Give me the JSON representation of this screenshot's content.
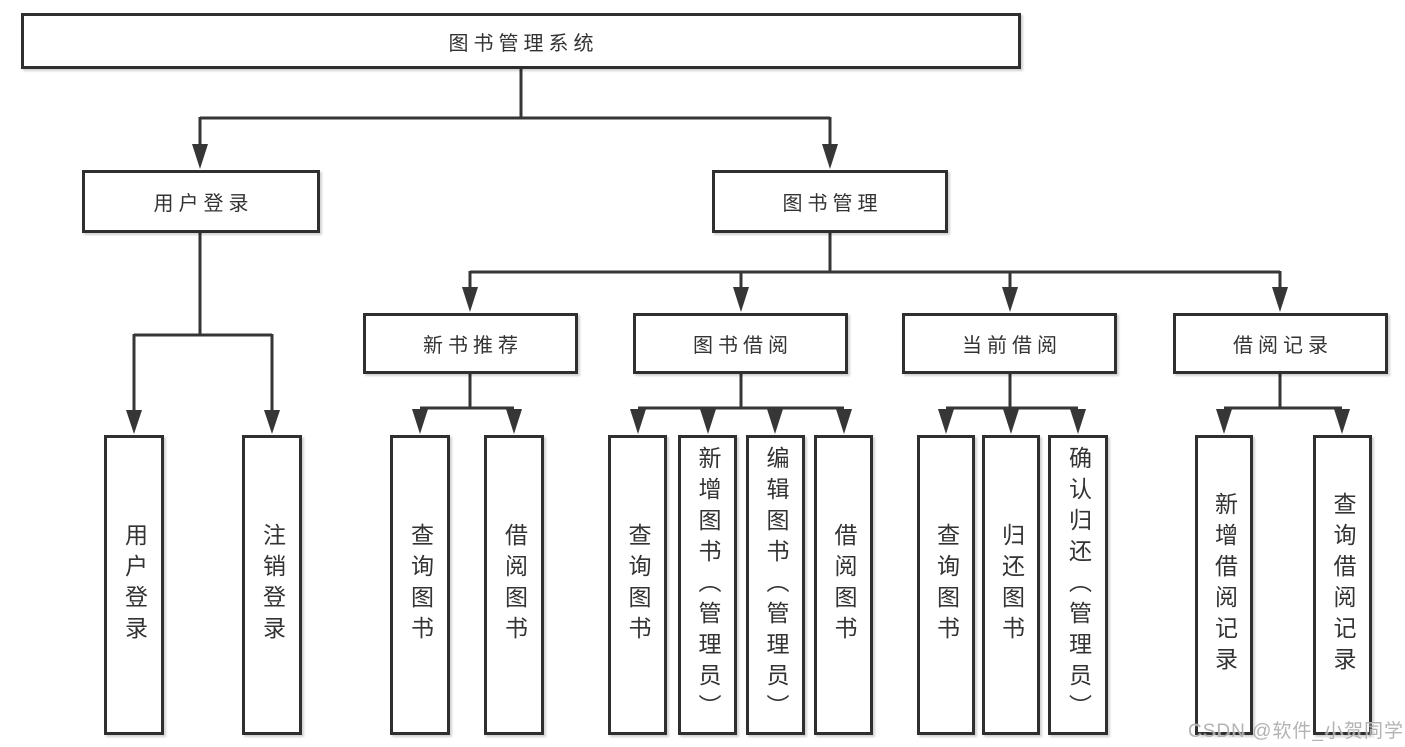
{
  "tree": {
    "root": "图书管理系统",
    "branches": [
      {
        "label": "用户登录",
        "children": [
          {
            "label": "用户登录"
          },
          {
            "label": "注销登录"
          }
        ]
      },
      {
        "label": "图书管理",
        "children": [
          {
            "label": "新书推荐",
            "children": [
              {
                "label": "查询图书"
              },
              {
                "label": "借阅图书"
              }
            ]
          },
          {
            "label": "图书借阅",
            "children": [
              {
                "label": "查询图书"
              },
              {
                "label": "新增图书（管理员）"
              },
              {
                "label": "编辑图书（管理员）"
              },
              {
                "label": "借阅图书"
              }
            ]
          },
          {
            "label": "当前借阅",
            "children": [
              {
                "label": "查询图书"
              },
              {
                "label": "归还图书"
              },
              {
                "label": "确认归还（管理员）"
              }
            ]
          },
          {
            "label": "借阅记录",
            "children": [
              {
                "label": "新增借阅记录"
              },
              {
                "label": "查询借阅记录"
              }
            ]
          }
        ]
      }
    ]
  },
  "watermark": {
    "text": "CSDN @软件_小贺同学"
  },
  "colors": {
    "box_border": "#2f2f2f",
    "connector_line": "#363636",
    "text": "#333333",
    "watermark": "#adadad",
    "background": "#ffffff"
  }
}
